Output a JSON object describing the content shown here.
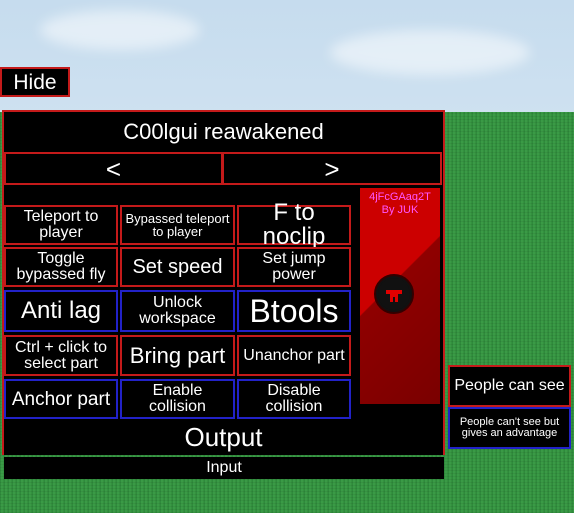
{
  "hide_button": "Hide",
  "gui": {
    "title": "C00lgui reawakened",
    "prev_label": "<",
    "next_label": ">",
    "side_panel": {
      "line1": "4jFcGAaq2T",
      "line2": "By JUK"
    },
    "buttons": [
      {
        "label": "Teleport to player",
        "border": "red"
      },
      {
        "label": "Bypassed teleport to player",
        "border": "red"
      },
      {
        "label": "F to noclip",
        "border": "red"
      },
      {
        "label": "Toggle bypassed fly",
        "border": "red"
      },
      {
        "label": "Set speed",
        "border": "red"
      },
      {
        "label": "Set jump power",
        "border": "red"
      },
      {
        "label": "Anti lag",
        "border": "blue"
      },
      {
        "label": "Unlock workspace",
        "border": "blue"
      },
      {
        "label": "Btools",
        "border": "blue"
      },
      {
        "label": "Ctrl + click to select part",
        "border": "red"
      },
      {
        "label": "Bring part",
        "border": "red"
      },
      {
        "label": "Unanchor part",
        "border": "red"
      },
      {
        "label": "Anchor part",
        "border": "blue"
      },
      {
        "label": "Enable collision",
        "border": "blue"
      },
      {
        "label": "Disable collision",
        "border": "blue"
      }
    ],
    "output_label": "Output",
    "input_label": "Input"
  },
  "people": {
    "button_label": "People can see",
    "note": "People can't see but gives an advantage"
  },
  "colors": {
    "red_border": "#c41a1a",
    "blue_border": "#2222c8",
    "side_panel": "#cc0000",
    "side_text": "#ff55ff",
    "grass": "#3a9a46"
  }
}
